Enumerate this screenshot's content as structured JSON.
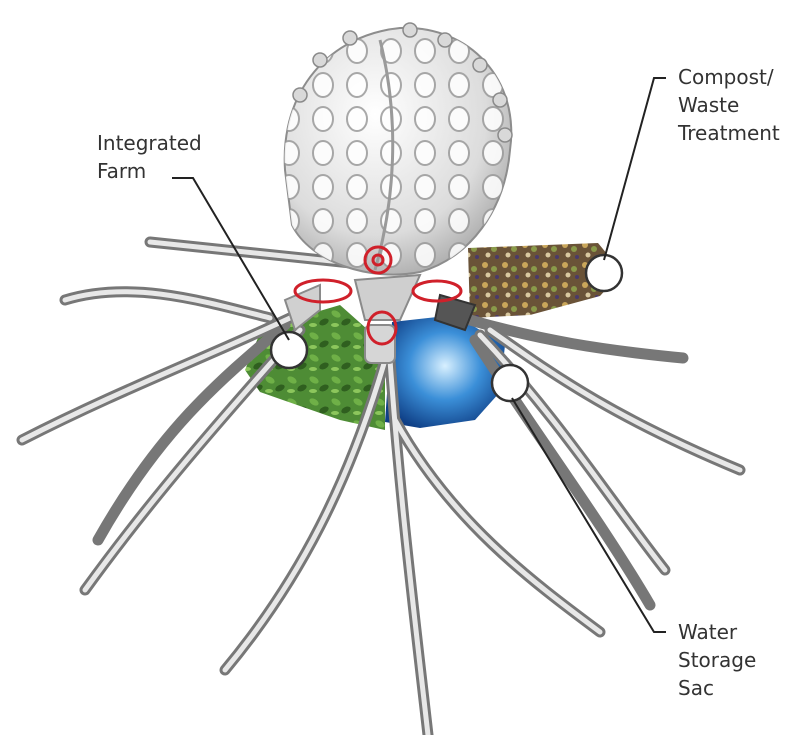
{
  "labels": {
    "farm": {
      "line1": "Integrated",
      "line2": "Farm"
    },
    "compost": {
      "line1": "Compost/",
      "line2": "Waste",
      "line3": "Treatment"
    },
    "water": {
      "line1": "Water",
      "line2": "Storage",
      "line3": "Sac"
    }
  },
  "colors": {
    "pipe": "#b5b5b5",
    "pipe_dark": "#6e6e6e",
    "sphere": "#e4e4e4",
    "leader": "#222222",
    "highlight": "#d0202a",
    "farm": "#3f7a2c",
    "compost": "#7a6140",
    "water": "#3a86d0"
  },
  "icons": [
    "tentacle-pipe",
    "sphere-habitat",
    "marker-circle",
    "valve-highlight"
  ]
}
